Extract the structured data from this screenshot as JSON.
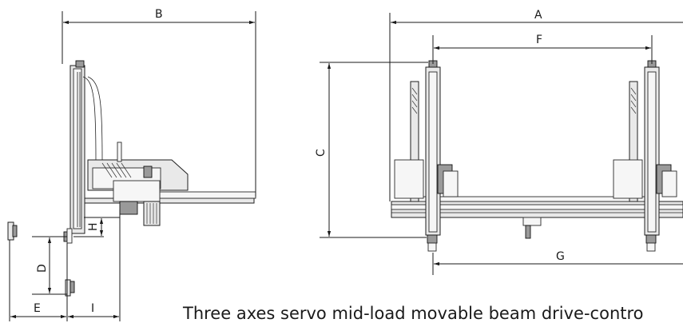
{
  "labels": {
    "a": "A",
    "b": "B",
    "c": "C",
    "d": "D",
    "e": "E",
    "f": "F",
    "g": "G",
    "h": "H",
    "i": "I"
  },
  "caption": "Three axes servo mid-load movable beam drive-contro"
}
